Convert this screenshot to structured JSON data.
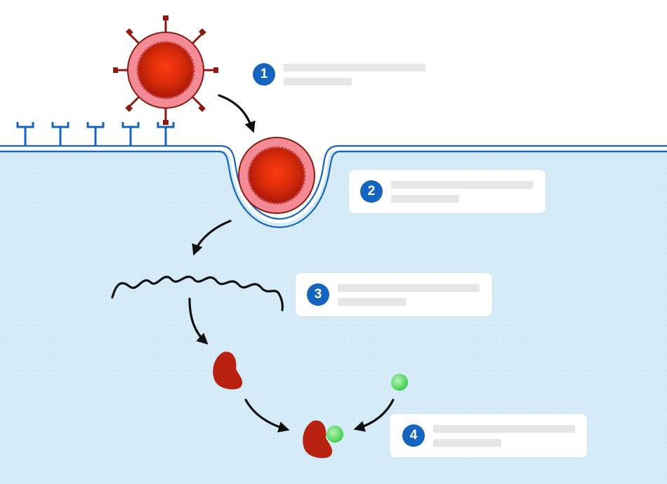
{
  "steps": [
    {
      "number": "1"
    },
    {
      "number": "2"
    },
    {
      "number": "3"
    },
    {
      "number": "4"
    }
  ],
  "colors": {
    "background": "#ffffff",
    "cell_fill": "#d5ebf7",
    "membrane": "#1565c0",
    "receptor": "#1565c0",
    "virus_core": "#cc2200",
    "virus_shell": "#f28b95",
    "spike": "#8b1a10",
    "protein": "#b8200f",
    "ligand": "#66dd66",
    "arrow": "#111111",
    "badge": "#1565c0",
    "placeholder_line": "#e6e6e6"
  },
  "icons": [
    "virus-icon",
    "receptor-icon",
    "rna-strand-icon",
    "protein-icon",
    "ligand-icon",
    "arrow-icon"
  ]
}
